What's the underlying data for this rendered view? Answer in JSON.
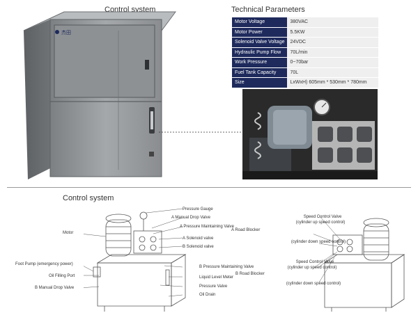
{
  "top": {
    "title": "Control system",
    "params_title": "Technical Parameters",
    "brand": "杰田",
    "params": [
      {
        "key": "Motor Voltage",
        "value": "380VAC"
      },
      {
        "key": "Motor Power",
        "value": "5.5KW"
      },
      {
        "key": "Solenoid Valve Voltage",
        "value": "24VDC"
      },
      {
        "key": "Hydraulic Pump Flow",
        "value": "70L/min"
      },
      {
        "key": "Work Pressure",
        "value": "0~70bar"
      },
      {
        "key": "Fuel Tank Capacity",
        "value": "70L"
      },
      {
        "key": "Size",
        "value": "LxWxH)    605mm * 530mm * 780mm"
      }
    ]
  },
  "bottom": {
    "title": "Control system",
    "labels": {
      "pressure_gauge": "Pressure Gauge",
      "a_manual_drop": "A Manual Drop Valve",
      "a_pressure_maintaining": "A Pressure Maintaining Valve",
      "motor": "Motor",
      "a_solenoid": "A Solenoid valve",
      "b_solenoid": "B Solenoid valve",
      "foot_pump": "Foot Pump (emergency power)",
      "b_pressure_maintaining": "B Pressure Maintaining Valve",
      "oil_filling": "Oil Filling Port",
      "liquid_level": "Liquid Level Meter",
      "b_manual_drop": "B Manual Drop Valve",
      "pressure_valve": "Pressure Valve",
      "oil_drain": "Oil Drain",
      "speed_control_1": "Speed Control Valve",
      "cyl_up_1": "(cylinder up speed control)",
      "a_road_blocker": "A Road Blocker",
      "cyl_down_1": "(cylinder down speed control)",
      "speed_control_2": "Speed Control Valve",
      "cyl_up_2": "(cylinder up speed control)",
      "b_road_blocker": "B Road Blocker",
      "cyl_down_2": "(cylinder down speed control)"
    }
  }
}
